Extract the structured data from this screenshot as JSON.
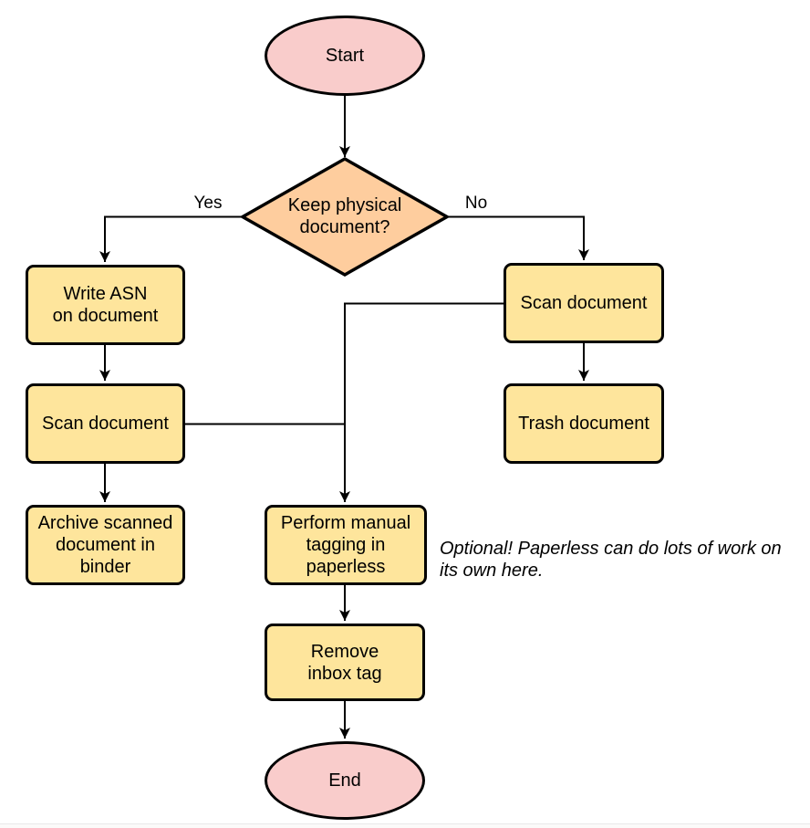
{
  "page": {
    "background": "#ffffff",
    "footer_divider_color": "#e9e9e9"
  },
  "colors": {
    "terminal_fill": "#f9cccb",
    "decision_fill": "#fecd9e",
    "process_fill": "#fee59c",
    "stroke": "#000000",
    "text": "#000000"
  },
  "flowchart": {
    "nodes": {
      "start": {
        "type": "terminal",
        "label": "Start"
      },
      "decision": {
        "type": "decision",
        "label": "Keep physical\ndocument?"
      },
      "write_asn": {
        "type": "process",
        "label": "Write ASN\non document"
      },
      "scan_left": {
        "type": "process",
        "label": "Scan document"
      },
      "archive": {
        "type": "process",
        "label": "Archive scanned\ndocument in\nbinder"
      },
      "scan_right": {
        "type": "process",
        "label": "Scan document"
      },
      "trash": {
        "type": "process",
        "label": "Trash document"
      },
      "perform_tagging": {
        "type": "process",
        "label": "Perform manual\ntagging in\npaperless"
      },
      "remove_inbox_tag": {
        "type": "process",
        "label": "Remove\ninbox tag"
      },
      "end": {
        "type": "terminal",
        "label": "End"
      }
    },
    "edge_labels": {
      "yes": "Yes",
      "no": "No"
    },
    "annotation": "Optional! Paperless can do lots of work on\nits own here."
  }
}
